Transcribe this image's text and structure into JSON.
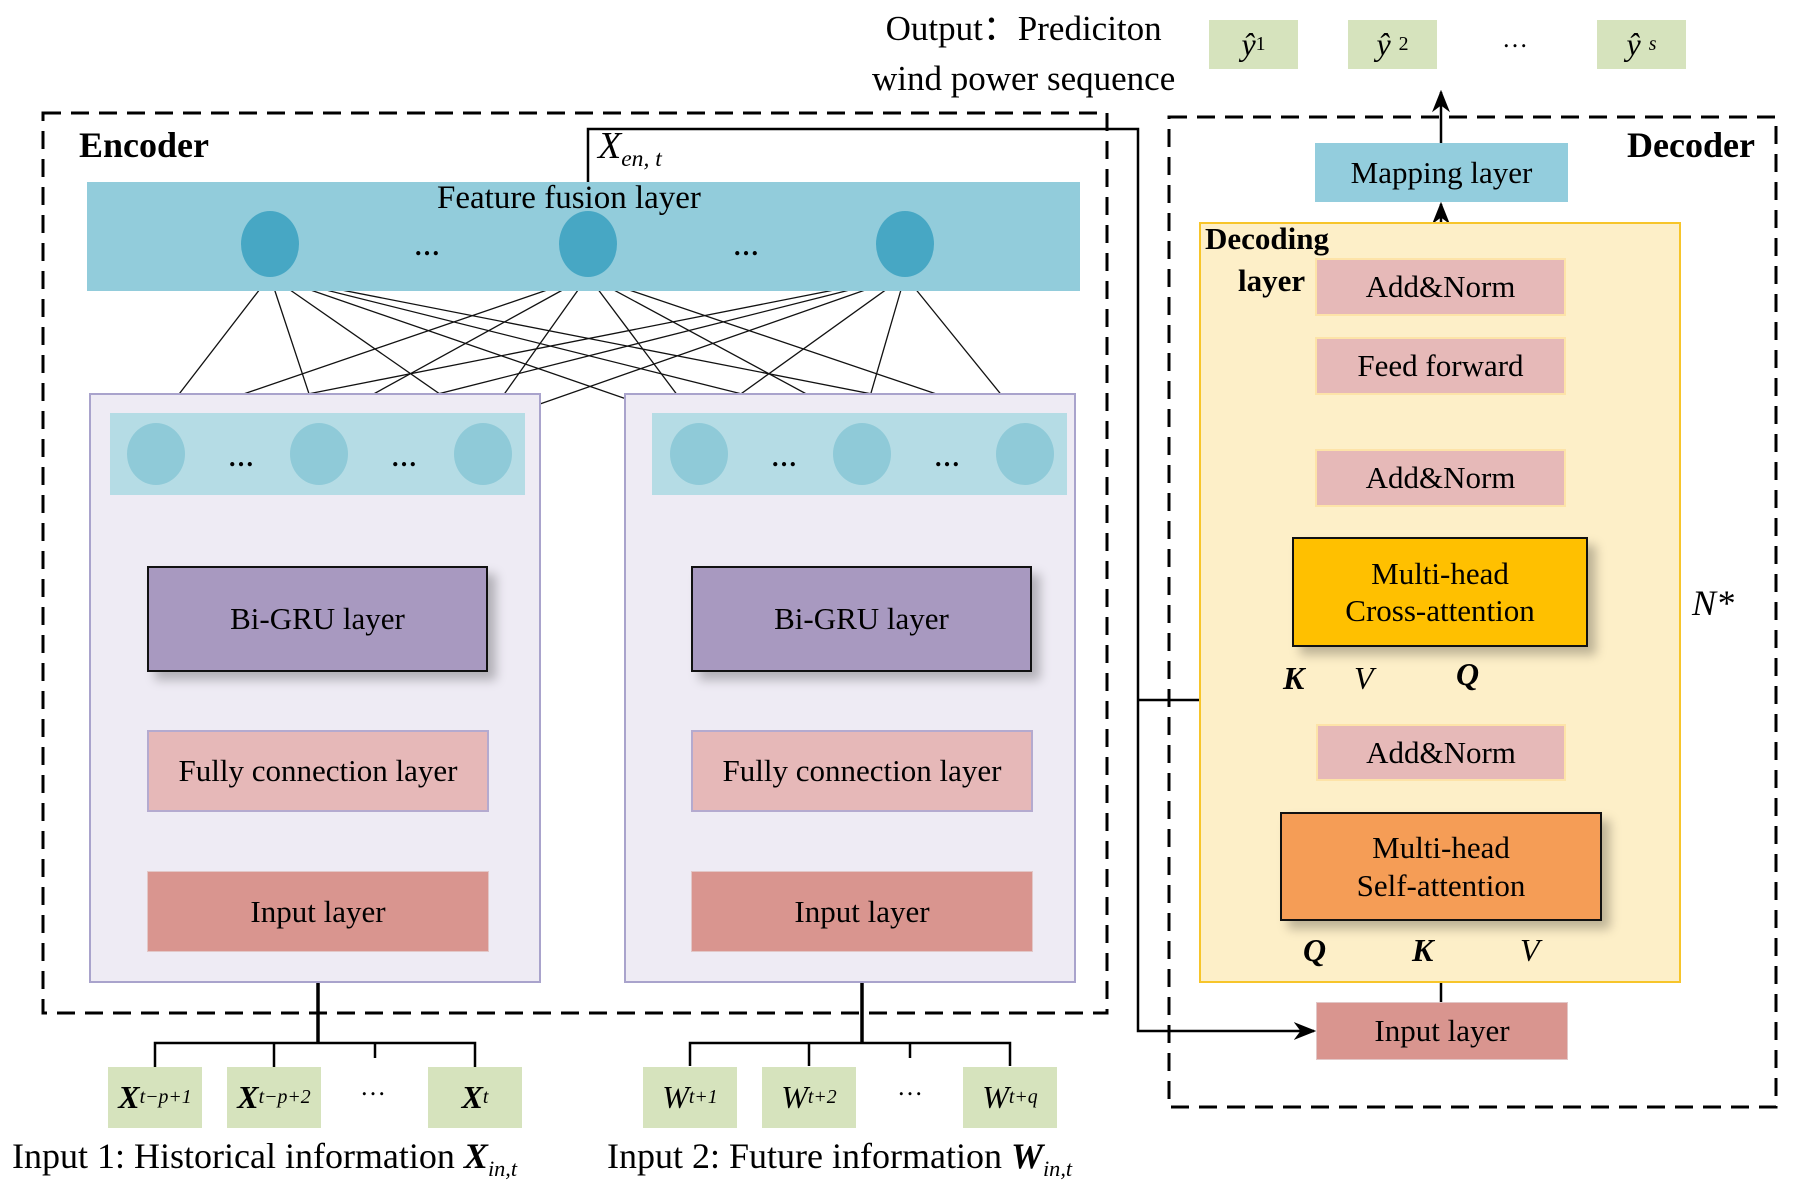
{
  "output": {
    "label_line1": "Output：Prediciton",
    "label_line2": "wind power sequence",
    "items": [
      {
        "symbol": "ŷ",
        "subscript": "1"
      },
      {
        "symbol": "ŷ",
        "subscript": "2"
      },
      {
        "symbol": "ŷ",
        "subscript": "s"
      }
    ],
    "ellipsis": "…"
  },
  "encoder": {
    "title": "Encoder",
    "feature_fusion_label": "Feature fusion layer",
    "encoder_output": {
      "symbol": "X",
      "subscript": "en, t"
    },
    "ellipsis": "…",
    "branches": [
      {
        "bigru_label": "Bi-GRU layer",
        "fc_label": "Fully connection layer",
        "input_label": "Input layer",
        "inputs": [
          {
            "symbol": "X",
            "subscript": "t−p+1"
          },
          {
            "symbol": "X",
            "subscript": "t−p+2"
          },
          {
            "symbol": "X",
            "subscript": "t"
          }
        ],
        "caption_text": "Input 1: Historical information ",
        "caption_symbol": "X",
        "caption_subscript": "in,t"
      },
      {
        "bigru_label": "Bi-GRU layer",
        "fc_label": "Fully connection layer",
        "input_label": "Input layer",
        "inputs": [
          {
            "symbol": "W",
            "subscript": "t+1"
          },
          {
            "symbol": "W",
            "subscript": "t+2"
          },
          {
            "symbol": "W",
            "subscript": "t+q"
          }
        ],
        "caption_text": "Input 2: Future information ",
        "caption_symbol": "W",
        "caption_subscript": "in,t"
      }
    ]
  },
  "decoder": {
    "title": "Decoder",
    "mapping_label": "Mapping layer",
    "decoding_label_line1": "Decoding",
    "decoding_label_line2": "layer",
    "addnorm_label": "Add&Norm",
    "feedforward_label": "Feed forward",
    "cross_attention_line1": "Multi-head",
    "cross_attention_line2": "Cross-attention",
    "self_attention_line1": "Multi-head",
    "self_attention_line2": "Self-attention",
    "input_label": "Input layer",
    "repeat_label": "N*",
    "cross_inputs": {
      "k": "K",
      "v": "V",
      "q": "Q"
    },
    "self_inputs": {
      "q": "Q",
      "k": "K",
      "v": "V"
    }
  },
  "colors": {
    "fusion_band": "#92ccdb",
    "fusion_node": "#47a7c4",
    "hidden_node": "#8fcad8",
    "bigru": "#a899c0",
    "fully_connection": "#e6b8b8",
    "input_layer": "#d9958f",
    "cross_attention": "#ffc000",
    "self_attention": "#f59d56",
    "decoding_block": "#fdefc8",
    "io_box": "#d6e3bd"
  }
}
